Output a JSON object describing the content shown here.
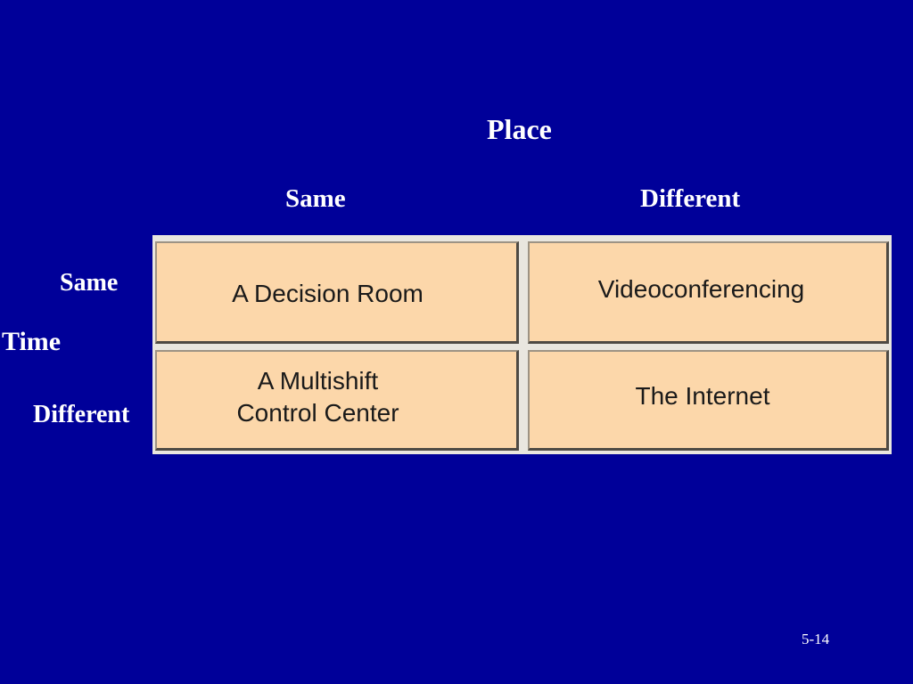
{
  "title": "Place",
  "columns": [
    "Same",
    "Different"
  ],
  "row_axis_label": "Time",
  "rows": [
    "Same",
    "Different"
  ],
  "cells": [
    [
      "A Decision Room",
      "Videoconferencing"
    ],
    [
      "A Multishift\nControl Center",
      "The Internet"
    ]
  ],
  "slide_number": "5-14",
  "colors": {
    "background": "#000099",
    "cell_fill": "#fcd7aa",
    "grid_frame": "#e9e6df",
    "label_text": "#ffffff"
  }
}
